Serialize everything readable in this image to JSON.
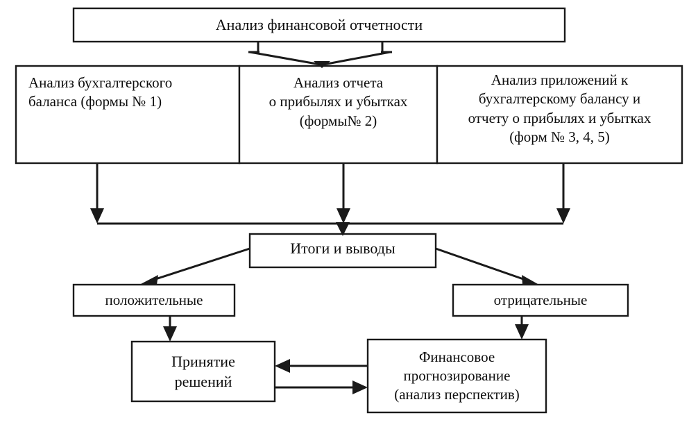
{
  "diagram": {
    "title": "Анализ финансовой отчетности",
    "type": "flowchart",
    "language": "ru",
    "colors": {
      "stroke": "#1a1a1a",
      "fill": "#ffffff",
      "text": "#0d0d0d"
    },
    "nodes": {
      "root": {
        "id": "root",
        "label": "Анализ финансовой отчетности",
        "lines": [
          "Анализ финансовой отчетности"
        ]
      },
      "branch_1": {
        "id": "branch_1",
        "label": "Анализ бухгалтерского баланса (формы № 1)",
        "lines": [
          "Анализ бухгалтерского",
          "баланса (формы № 1)"
        ]
      },
      "branch_2": {
        "id": "branch_2",
        "label": "Анализ отчета о прибылях и убытках (формы№ 2)",
        "lines": [
          "Анализ отчета",
          "о прибылях и убытках",
          "(формы№ 2)"
        ]
      },
      "branch_3": {
        "id": "branch_3",
        "label": "Анализ приложений к бухгалтерскому балансу и отчету о прибылях и убытках (форм № 3, 4, 5)",
        "lines": [
          "Анализ приложений к",
          "бухгалтерскому балансу и",
          "отчету о прибылях и убытках",
          "(форм № 3, 4, 5)"
        ]
      },
      "results": {
        "id": "results",
        "label": "Итоги и выводы",
        "lines": [
          "Итоги и выводы"
        ]
      },
      "positive": {
        "id": "positive",
        "label": "положительные",
        "lines": [
          "положительные"
        ]
      },
      "negative": {
        "id": "negative",
        "label": "отрицательные",
        "lines": [
          "отрицательные"
        ]
      },
      "decisions": {
        "id": "decisions",
        "label": "Принятие решений",
        "lines": [
          "Принятие",
          "решений"
        ]
      },
      "forecast": {
        "id": "forecast",
        "label": "Финансовое прогнозирование (анализ перспектив)",
        "lines": [
          "Финансовое",
          "прогнозирование",
          "(анализ перспектив)"
        ]
      }
    },
    "edges": [
      {
        "from": "root",
        "to": "branch_2",
        "style": "converging-double-arrow"
      },
      {
        "from": "branch_1",
        "to": "results",
        "style": "elbow-arrow"
      },
      {
        "from": "branch_2",
        "to": "results",
        "style": "straight-arrow"
      },
      {
        "from": "branch_3",
        "to": "results",
        "style": "elbow-arrow"
      },
      {
        "from": "results",
        "to": "positive",
        "style": "diagonal-arrow"
      },
      {
        "from": "results",
        "to": "negative",
        "style": "diagonal-arrow"
      },
      {
        "from": "positive",
        "to": "decisions",
        "style": "straight-arrow"
      },
      {
        "from": "negative",
        "to": "forecast",
        "style": "straight-arrow"
      },
      {
        "from": "forecast",
        "to": "decisions",
        "style": "horizontal-arrow-left"
      },
      {
        "from": "decisions",
        "to": "forecast",
        "style": "horizontal-arrow-right"
      }
    ]
  }
}
